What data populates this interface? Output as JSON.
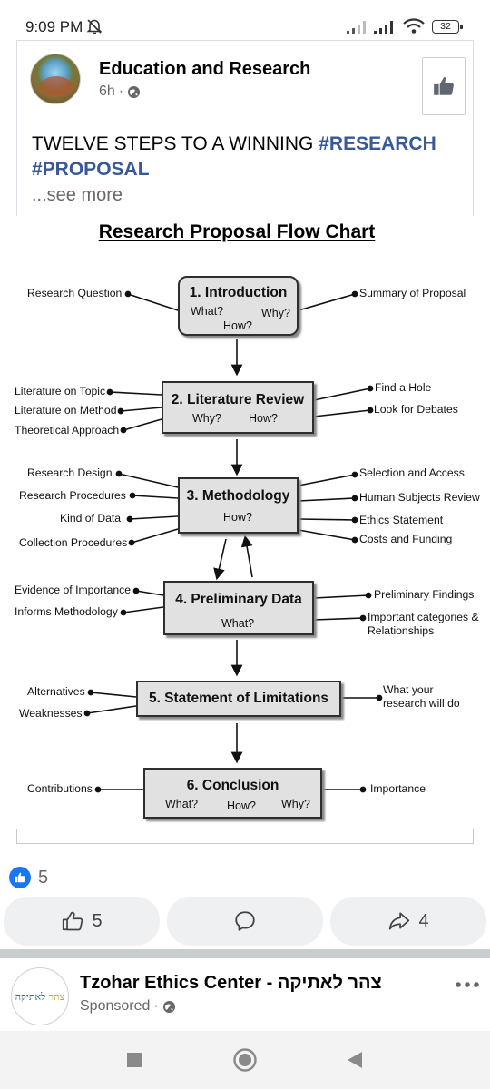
{
  "status_bar": {
    "time": "9:09 PM",
    "battery": "32"
  },
  "post": {
    "page_name": "Education and Research",
    "age": "6h",
    "separator": "·",
    "text_plain": "TWELVE STEPS TO A WINNING ",
    "hashtag_1": "#RESEARCH",
    "hashtag_2": "#PROPOSAL",
    "see_more": "...see more"
  },
  "chart": {
    "title": "Research Proposal Flow Chart",
    "boxes": [
      {
        "title": "1. Introduction",
        "q": [
          "What?",
          "Why?",
          "How?"
        ]
      },
      {
        "title": "2. Literature Review",
        "q": [
          "Why?",
          "How?"
        ]
      },
      {
        "title": "3. Methodology",
        "q": [
          "How?"
        ]
      },
      {
        "title": "4. Preliminary Data",
        "q": [
          "What?"
        ]
      },
      {
        "title": "5. Statement of Limitations",
        "q": []
      },
      {
        "title": "6. Conclusion",
        "q": [
          "What?",
          "How?",
          "Why?"
        ]
      }
    ],
    "labels": {
      "research_question": "Research Question",
      "summary_of_proposal": "Summary of Proposal",
      "literature_on_topic": "Literature on Topic",
      "literature_on_method": "Literature on Method",
      "theoretical_approach": "Theoretical Approach",
      "find_a_hole": "Find a Hole",
      "look_for_debates": "Look for Debates",
      "research_design": "Research Design",
      "research_procedures": "Research Procedures",
      "kind_of_data": "Kind of Data",
      "collection_procedures": "Collection Procedures",
      "selection_and_access": "Selection and Access",
      "human_subjects_review": "Human Subjects Review",
      "ethics_statement": "Ethics Statement",
      "costs_and_funding": "Costs and Funding",
      "evidence_of_importance": "Evidence of Importance",
      "informs_methodology": "Informs Methodology",
      "preliminary_findings": "Preliminary Findings",
      "important_categories_1": "Important categories &",
      "important_categories_2": "Relationships",
      "alternatives": "Alternatives",
      "weaknesses": "Weaknesses",
      "what_your_1": "What your",
      "what_your_2": "research will do",
      "contributions": "Contributions",
      "importance": "Importance"
    }
  },
  "reactions": {
    "count": "5"
  },
  "actions": {
    "like_count": "5",
    "share_count": "4"
  },
  "sponsored": {
    "name": "צהר לאתיקה - Tzohar Ethics Center",
    "label": "Sponsored",
    "separator": "·",
    "logo_text_1": "צהר",
    "logo_text_2": "לאתיקה"
  },
  "icons": {
    "mute": "mute-bell-icon",
    "signal": "signal-icon",
    "wifi": "wifi-icon",
    "globe": "globe-icon",
    "like_page": "thumbs-up-icon",
    "comment": "comment-icon",
    "share": "share-icon",
    "more": "more-icon",
    "nav_recent": "square-icon",
    "nav_home": "circle-icon",
    "nav_back": "back-triangle-icon"
  },
  "colors": {
    "link": "#385898",
    "facebook_blue": "#1877f2",
    "box_fill": "#e1e1e1"
  }
}
